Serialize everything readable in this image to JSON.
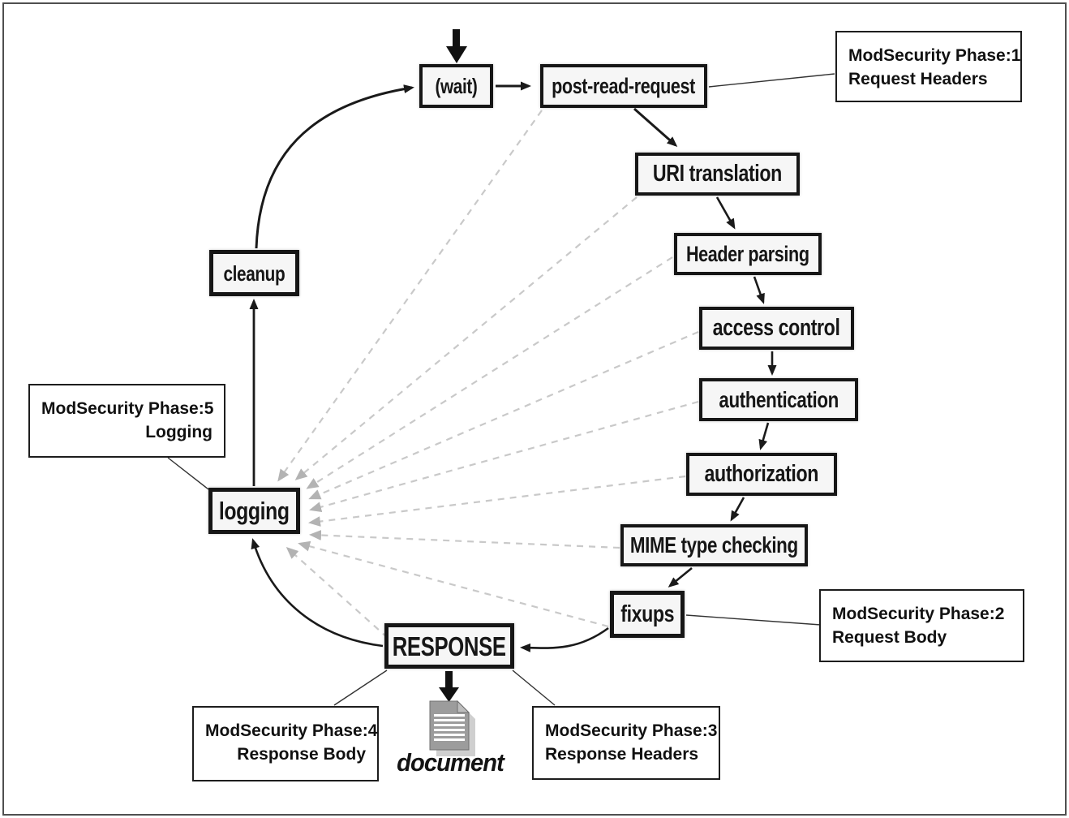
{
  "nodes": {
    "wait": {
      "label": "(wait)"
    },
    "post_read": {
      "label": "post-read-request"
    },
    "uri_translation": {
      "label": "URI translation"
    },
    "header_parsing": {
      "label": "Header parsing"
    },
    "access_control": {
      "label": "access control"
    },
    "authentication": {
      "label": "authentication"
    },
    "authorization": {
      "label": "authorization"
    },
    "mime_checking": {
      "label": "MIME type checking"
    },
    "fixups": {
      "label": "fixups"
    },
    "response": {
      "label": "RESPONSE"
    },
    "logging": {
      "label": "logging"
    },
    "cleanup": {
      "label": "cleanup"
    }
  },
  "annotations": {
    "phase1": {
      "line1": "ModSecurity Phase:1",
      "line2": "Request Headers"
    },
    "phase2": {
      "line1": "ModSecurity Phase:2",
      "line2": "Request Body"
    },
    "phase3": {
      "line1": "ModSecurity Phase:3",
      "line2": "Response Headers"
    },
    "phase4": {
      "line1": "ModSecurity Phase:4",
      "line2": "Response Body"
    },
    "phase5": {
      "line1": "ModSecurity Phase:5",
      "line2": "Logging"
    }
  },
  "document": {
    "label": "document"
  },
  "colors": {
    "background": "#ffffff",
    "node_fill": "#f6f6f6",
    "node_border": "#161616",
    "cycle_arrow": "#1a1a1a",
    "callout_line": "#333333",
    "dashed_line": "#c9c9c9",
    "dashed_arrowhead": "#b3b3b3",
    "doc_gray": "#9c9c9c",
    "doc_shadow": "#cfcfcf"
  }
}
